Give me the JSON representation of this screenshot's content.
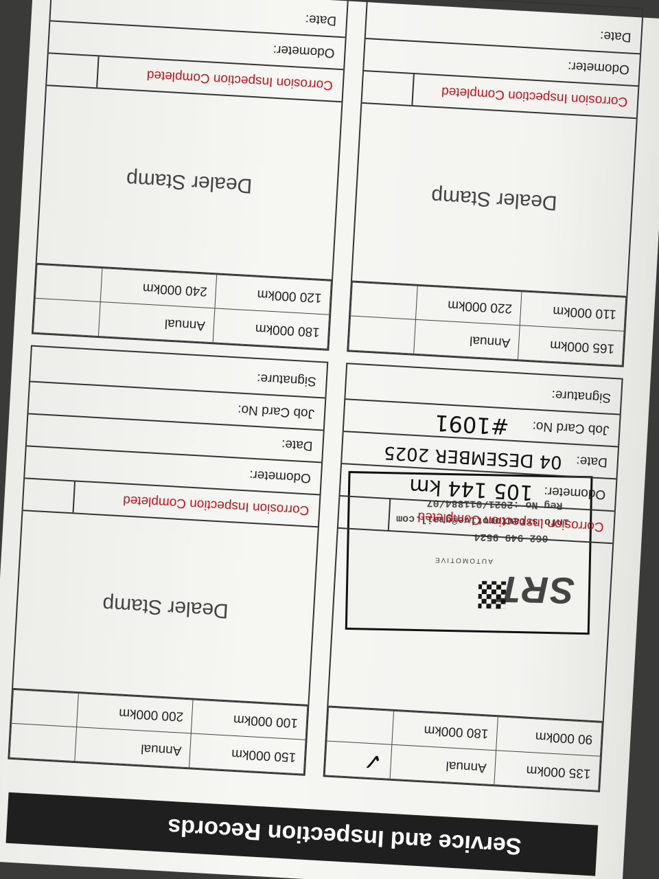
{
  "title": "Service and Inspection Records",
  "labels": {
    "dealer_stamp": "Dealer Stamp",
    "corrosion": "Corrosion Inspection Completed",
    "odometer": "Odometer:",
    "date": "Date:",
    "job_card": "Job Card No:",
    "signature": "Signature:"
  },
  "cards": [
    {
      "km": [
        "90 000km",
        "180 000km",
        "135 000km",
        "Annual",
        "100 000km",
        "200 000km",
        "150 000km",
        "Annual"
      ],
      "handwriting": {
        "check": "✓"
      }
    },
    {
      "km": [
        "110 000km",
        "220 000km",
        "165 000km",
        "Annual",
        "120 000km",
        "240 000km",
        "180 000km",
        "Annual"
      ]
    }
  ],
  "stamp": {
    "logo": "SRT",
    "sub": "AUTOMOTIVE",
    "phone": "062 949 9524",
    "email": "info.srtautomotive@gmail.com",
    "reg": "Reg No :2021/011884/07"
  },
  "entry": {
    "odometer": "105 144 km",
    "date": "04 DESEMBER 2025",
    "job_card": "#1091"
  },
  "colors": {
    "accent_red": "#c2141e",
    "title_bar": "#1f1f1f"
  }
}
